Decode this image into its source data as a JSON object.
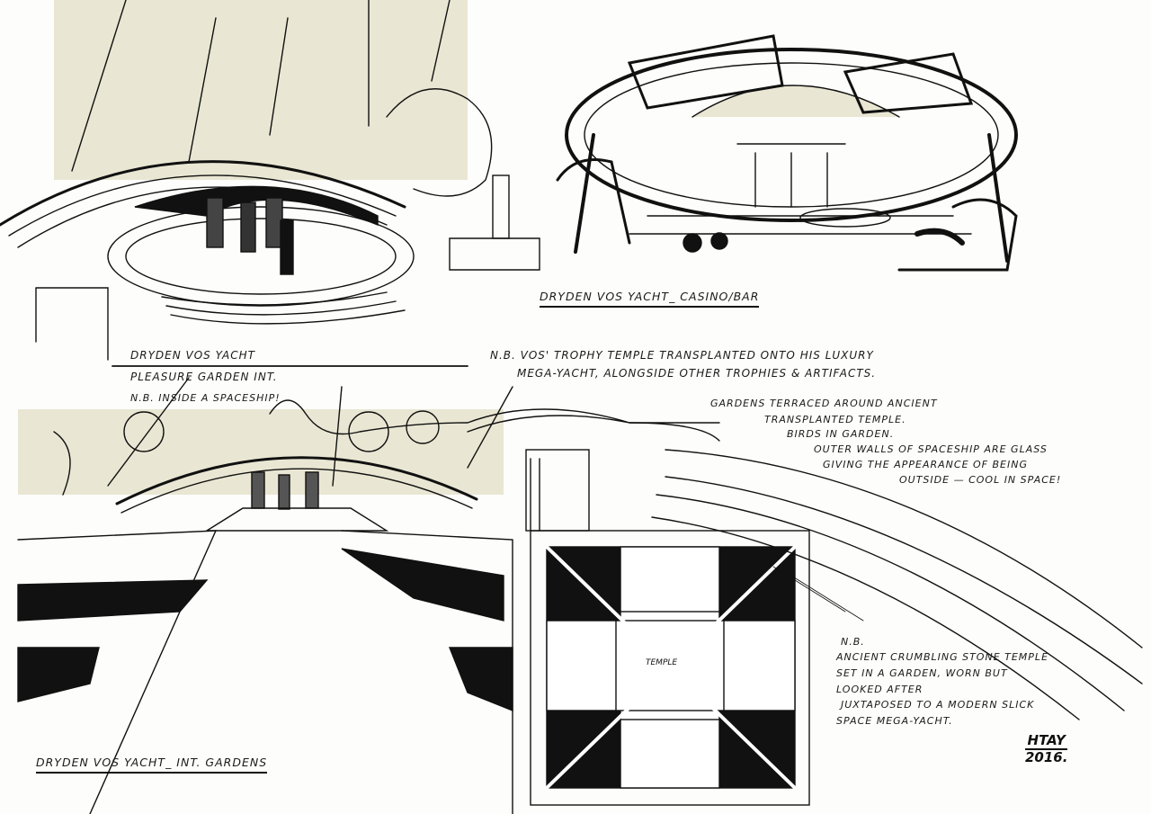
{
  "captions": {
    "pleasure_garden": [
      "DRYDEN VOS YACHT",
      "PLEASURE GARDEN INT.",
      "N.B. INSIDE A SPACESHIP!"
    ],
    "casino": "DRYDEN VOS YACHT_ CASINO/BAR",
    "gardens": "DRYDEN VOS YACHT_ INT. GARDENS"
  },
  "notes": {
    "trophy": [
      "N.B. VOS' TROPHY TEMPLE TRANSPLANTED ONTO HIS LUXURY",
      "MEGA-YACHT, ALONGSIDE OTHER TROPHIES & ARTIFACTS."
    ],
    "terraced": [
      "GARDENS TERRACED AROUND ANCIENT",
      "TRANSPLANTED TEMPLE.",
      "BIRDS IN GARDEN.",
      "OUTER WALLS OF SPACESHIP ARE GLASS",
      "GIVING THE APPEARANCE OF BEING",
      "OUTSIDE — COOL IN SPACE!"
    ],
    "ancient": [
      "N.B.",
      "ANCIENT CRUMBLING STONE TEMPLE",
      "SET IN A GARDEN, WORN BUT",
      "LOOKED AFTER",
      "JUXTAPOSED TO A MODERN SLICK",
      "SPACE MEGA-YACHT."
    ]
  },
  "plan_label": "TEMPLE",
  "signature": {
    "name": "HTAY",
    "year": "2016."
  },
  "colors": {
    "ink": "#111111",
    "wash": "#e9e7d3",
    "paper": "#fdfdfb"
  }
}
